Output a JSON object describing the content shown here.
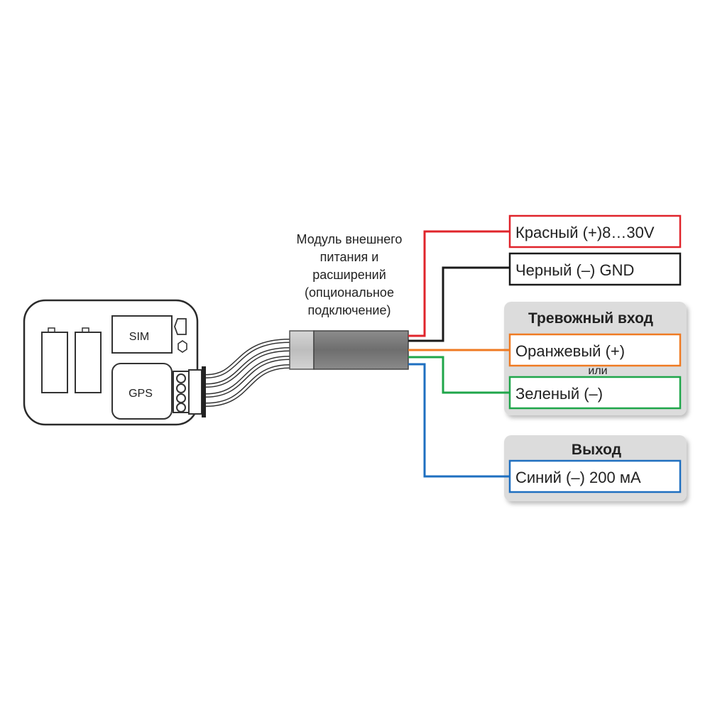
{
  "device": {
    "sim_label": "SIM",
    "gps_label": "GPS"
  },
  "module": {
    "caption_lines": [
      "Модуль внешнего",
      "питания и",
      "расширений",
      "(опциональное",
      "подключение)"
    ]
  },
  "wires": {
    "red": {
      "label": "Красный (+)8…30V",
      "color": "#e0242b"
    },
    "black": {
      "label": "Черный (–) GND",
      "color": "#1a1a1a"
    },
    "orange": {
      "label": "Оранжевый (+)",
      "color": "#ef7a22"
    },
    "green": {
      "label": "Зеленый (–)",
      "color": "#1fa64a"
    },
    "blue": {
      "label": "Синий (–) 200 мА",
      "color": "#1e6fc0"
    }
  },
  "alarm_group": {
    "title": "Тревожный вход",
    "or_text": "или"
  },
  "output_group": {
    "title": "Выход"
  }
}
